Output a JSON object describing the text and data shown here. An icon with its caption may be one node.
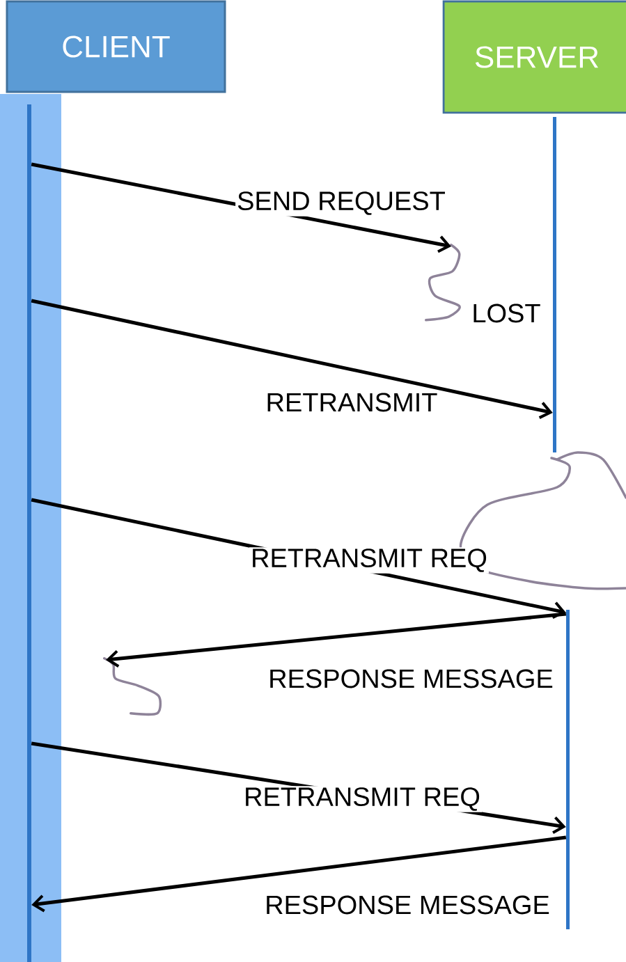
{
  "diagram": {
    "nodes": [
      {
        "text": [
          "CLIENT"
        ]
      },
      {
        "text": [
          "SERVER"
        ]
      },
      {
        "text": [],
        "shape": "bar"
      },
      {
        "text": [],
        "shape": "bar"
      },
      {
        "text": [],
        "shape": "bar"
      },
      {
        "text": [],
        "shape": "squiggle",
        "beside": [
          "LOST"
        ]
      },
      {
        "text": [],
        "shape": "squiggle"
      }
    ],
    "edges": [
      {
        "from": 2,
        "to": 5,
        "arrow": "to",
        "label": "SEND REQUEST"
      },
      {
        "from": 2,
        "to": 3,
        "arrow": "to",
        "label": "RETRANSMIT"
      },
      {
        "from": 2,
        "to": 4,
        "arrow": "to",
        "label": "RETRANSMIT REQ"
      },
      {
        "from": 4,
        "to": 6,
        "arrow": "to",
        "label": "RESPONSE MESSAGE"
      },
      {
        "from": 2,
        "to": 4,
        "arrow": "to",
        "label": "RETRANSMIT REQ"
      },
      {
        "from": 4,
        "to": 2,
        "arrow": "to",
        "label": "RESPONSE MESSAGE"
      }
    ]
  }
}
